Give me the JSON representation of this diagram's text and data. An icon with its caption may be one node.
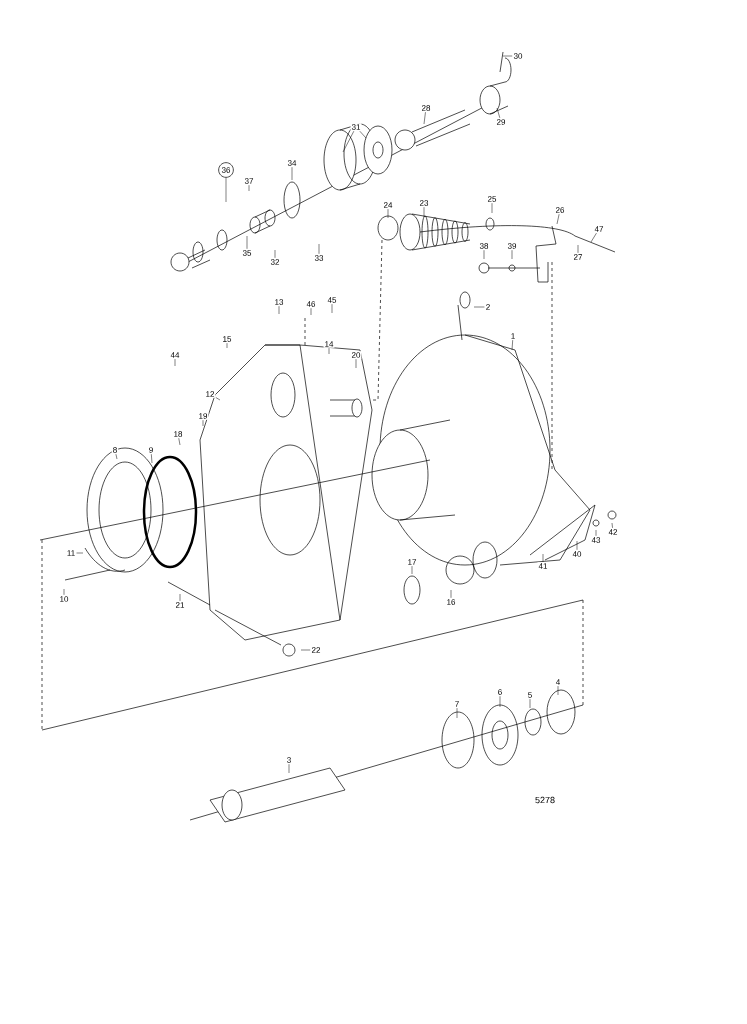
{
  "diagram": {
    "nodes": [
      {
        "text": [
          "30"
        ]
      },
      {
        "text": [
          "29"
        ]
      },
      {
        "text": [
          "28"
        ]
      },
      {
        "text": [
          "31"
        ]
      },
      {
        "text": [
          "34"
        ]
      },
      {
        "text": [
          "36"
        ]
      },
      {
        "text": [
          "37"
        ]
      },
      {
        "text": [
          "35"
        ]
      },
      {
        "text": [
          "32"
        ]
      },
      {
        "text": [
          "33"
        ]
      },
      {
        "text": [
          "24"
        ]
      },
      {
        "text": [
          "23"
        ]
      },
      {
        "text": [
          "25"
        ]
      },
      {
        "text": [
          "26"
        ]
      },
      {
        "text": [
          "47"
        ]
      },
      {
        "text": [
          "27"
        ]
      },
      {
        "text": [
          "38"
        ]
      },
      {
        "text": [
          "39"
        ]
      },
      {
        "text": [
          "13"
        ]
      },
      {
        "text": [
          "46"
        ]
      },
      {
        "text": [
          "45"
        ]
      },
      {
        "text": [
          "2"
        ]
      },
      {
        "text": [
          "1"
        ]
      },
      {
        "text": [
          "15"
        ]
      },
      {
        "text": [
          "14"
        ]
      },
      {
        "text": [
          "20"
        ]
      },
      {
        "text": [
          "44"
        ]
      },
      {
        "text": [
          "12"
        ]
      },
      {
        "text": [
          "19"
        ]
      },
      {
        "text": [
          "18"
        ]
      },
      {
        "text": [
          "8"
        ]
      },
      {
        "text": [
          "9"
        ]
      },
      {
        "text": [
          "11"
        ]
      },
      {
        "text": [
          "10"
        ]
      },
      {
        "text": [
          "21"
        ]
      },
      {
        "text": [
          "22"
        ]
      },
      {
        "text": [
          "17"
        ]
      },
      {
        "text": [
          "16"
        ]
      },
      {
        "text": [
          "41"
        ]
      },
      {
        "text": [
          "40"
        ]
      },
      {
        "text": [
          "43"
        ]
      },
      {
        "text": [
          "42"
        ]
      },
      {
        "text": [
          "7"
        ]
      },
      {
        "text": [
          "6"
        ]
      },
      {
        "text": [
          "5"
        ]
      },
      {
        "text": [
          "4"
        ]
      },
      {
        "text": [
          "3"
        ]
      }
    ],
    "edges": [
      {
        "from": 0,
        "to": null,
        "arrow": "none"
      },
      {
        "from": 1,
        "to": null,
        "arrow": "none"
      },
      {
        "from": 2,
        "to": null,
        "arrow": "none"
      },
      {
        "from": 3,
        "to": null,
        "arrow": "none"
      },
      {
        "from": 3,
        "to": null,
        "arrow": "none"
      },
      {
        "from": 4,
        "to": null,
        "arrow": "none"
      },
      {
        "from": 5,
        "to": null,
        "arrow": "none"
      },
      {
        "from": 6,
        "to": null,
        "arrow": "none"
      },
      {
        "from": 7,
        "to": null,
        "arrow": "none"
      },
      {
        "from": 8,
        "to": null,
        "arrow": "none"
      },
      {
        "from": 9,
        "to": null,
        "arrow": "none"
      },
      {
        "from": 10,
        "to": null,
        "arrow": "none"
      },
      {
        "from": 11,
        "to": null,
        "arrow": "none"
      },
      {
        "from": 12,
        "to": null,
        "arrow": "none"
      },
      {
        "from": 13,
        "to": null,
        "arrow": "none"
      },
      {
        "from": 14,
        "to": null,
        "arrow": "none"
      },
      {
        "from": 15,
        "to": null,
        "arrow": "none"
      },
      {
        "from": 16,
        "to": null,
        "arrow": "none"
      },
      {
        "from": 17,
        "to": null,
        "arrow": "none"
      },
      {
        "from": 18,
        "to": null,
        "arrow": "none"
      },
      {
        "from": 19,
        "to": null,
        "arrow": "none"
      },
      {
        "from": 20,
        "to": null,
        "arrow": "none"
      },
      {
        "from": 21,
        "to": null,
        "arrow": "none"
      },
      {
        "from": 22,
        "to": null,
        "arrow": "none"
      },
      {
        "from": 23,
        "to": null,
        "arrow": "none"
      },
      {
        "from": 24,
        "to": null,
        "arrow": "none"
      },
      {
        "from": 25,
        "to": null,
        "arrow": "none"
      },
      {
        "from": 26,
        "to": null,
        "arrow": "none"
      },
      {
        "from": 27,
        "to": null,
        "arrow": "none"
      },
      {
        "from": 28,
        "to": null,
        "arrow": "none"
      },
      {
        "from": 29,
        "to": null,
        "arrow": "none"
      },
      {
        "from": 30,
        "to": null,
        "arrow": "none"
      },
      {
        "from": 31,
        "to": null,
        "arrow": "none"
      },
      {
        "from": 32,
        "to": null,
        "arrow": "none"
      },
      {
        "from": 33,
        "to": null,
        "arrow": "none"
      },
      {
        "from": 34,
        "to": null,
        "arrow": "none"
      },
      {
        "from": 35,
        "to": null,
        "arrow": "none"
      },
      {
        "from": 36,
        "to": null,
        "arrow": "none"
      },
      {
        "from": 37,
        "to": null,
        "arrow": "none"
      },
      {
        "from": 38,
        "to": null,
        "arrow": "none"
      },
      {
        "from": 39,
        "to": null,
        "arrow": "none"
      },
      {
        "from": 40,
        "to": null,
        "arrow": "none"
      },
      {
        "from": 41,
        "to": null,
        "arrow": "none"
      },
      {
        "from": 42,
        "to": null,
        "arrow": "none"
      },
      {
        "from": 43,
        "to": null,
        "arrow": "none"
      },
      {
        "from": 44,
        "to": null,
        "arrow": "none"
      },
      {
        "from": 45,
        "to": null,
        "arrow": "none"
      },
      {
        "from": 46,
        "to": null,
        "arrow": "none"
      }
    ],
    "labels": [
      "5278"
    ]
  }
}
